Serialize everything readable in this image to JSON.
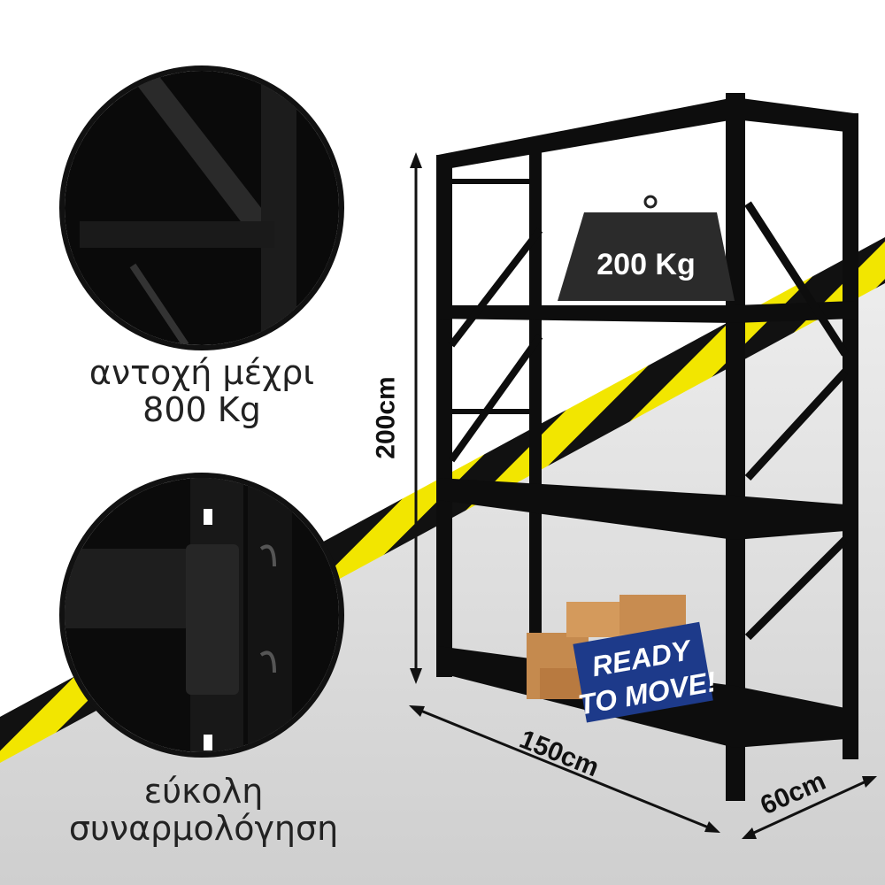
{
  "features": [
    {
      "line1": "αντοχή μέχρι",
      "line2": "800 Kg"
    },
    {
      "line1": "εύκολη",
      "line2": "συναρμολόγηση"
    }
  ],
  "weight_label": "200 Kg",
  "badge": {
    "line1": "READY",
    "line2": "TO MOVE!"
  },
  "dimensions": {
    "height": "200cm",
    "width": "150cm",
    "depth": "60cm"
  },
  "colors": {
    "tape_yellow": "#f2e600",
    "tape_black": "#111111",
    "floor": "#d9d9d9"
  }
}
